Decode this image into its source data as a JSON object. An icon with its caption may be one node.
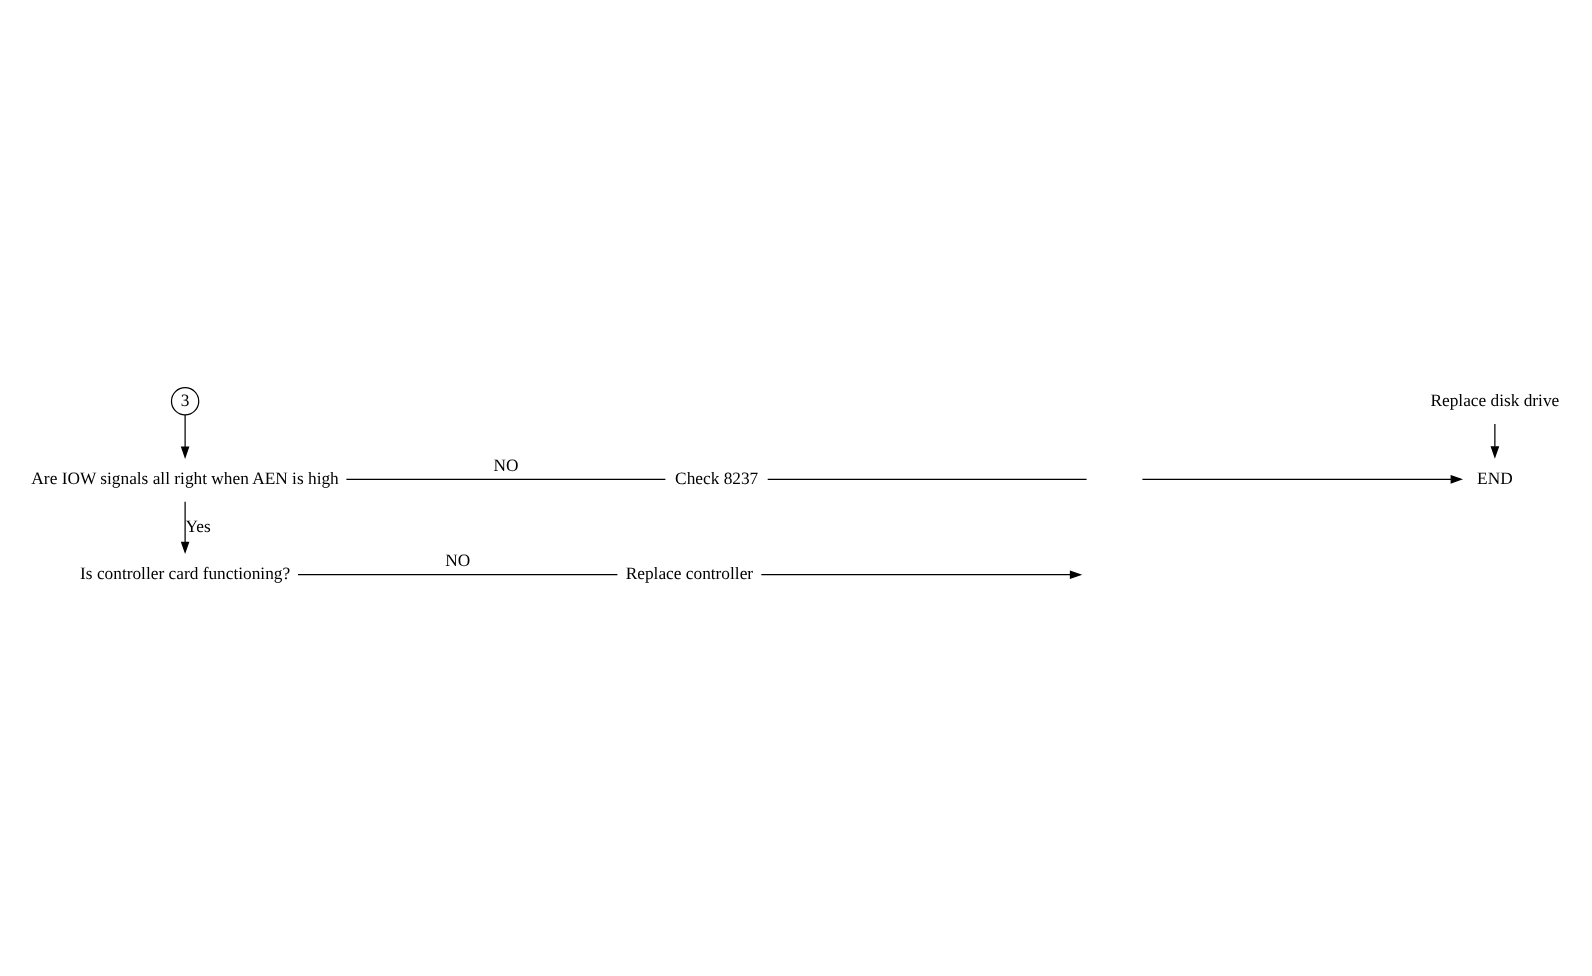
{
  "diagram": {
    "nodes": [
      {
        "text": [
          "3"
        ]
      },
      {
        "text": [
          "Are IOW signals all right when AEN is high"
        ]
      },
      {
        "text": [
          "Check 8237"
        ]
      },
      {
        "text": [
          "Is controller card functioning?"
        ]
      },
      {
        "text": [
          "Replace controller"
        ]
      },
      {
        "text": [
          "Replace disk drive"
        ]
      },
      {
        "text": [
          "END"
        ]
      }
    ],
    "edges": [
      {
        "from": 0,
        "to": 1,
        "arrow": "to"
      },
      {
        "from": 1,
        "to": 2,
        "arrow": "none",
        "label": "NO"
      },
      {
        "from": 2,
        "to": null,
        "arrow": "none"
      },
      {
        "from": 1,
        "to": 3,
        "arrow": "to",
        "label": "Yes"
      },
      {
        "from": 3,
        "to": 4,
        "arrow": "none",
        "label": "NO"
      },
      {
        "from": 4,
        "to": null,
        "arrow": "to"
      },
      {
        "from": 5,
        "to": 6,
        "arrow": "to"
      },
      {
        "from": null,
        "to": 6,
        "arrow": "to"
      }
    ]
  }
}
